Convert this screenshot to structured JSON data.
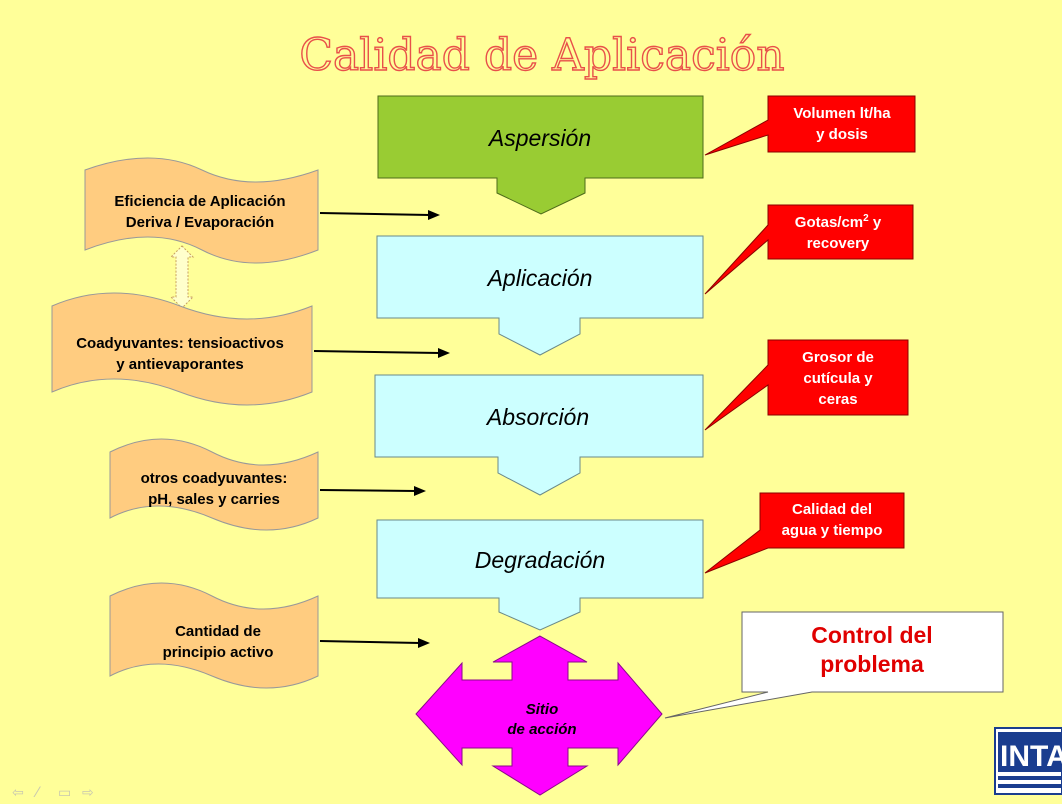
{
  "title": "Calidad de Aplicación",
  "stages": [
    "Aspersión",
    "Aplicación",
    "Absorción",
    "Degradación"
  ],
  "factors": [
    [
      "Eficiencia de Aplicación",
      "Deriva / Evaporación"
    ],
    [
      "Coadyuvantes: tensioactivos",
      "y antievaporantes"
    ],
    [
      "otros coadyuvantes:",
      "pH, sales y carries"
    ],
    [
      "Cantidad de",
      "principio activo"
    ]
  ],
  "callouts": {
    "c1": [
      "Volumen lt/ha",
      "y dosis"
    ],
    "c2_line1": "Gotas/cm",
    "c2_sup": "2",
    "c2_line1_end": " y",
    "c2_line2": "recovery",
    "c3": [
      "Grosor de",
      "cutícula y",
      "ceras"
    ],
    "c4": [
      "Calidad del",
      "agua y tiempo"
    ]
  },
  "control": [
    "Control del",
    "problema"
  ],
  "site": [
    "Sitio",
    "de acción"
  ],
  "logo": "INTA",
  "colors": {
    "background": "#ffff99",
    "green_stage": "#99cc33",
    "cyan_stage": "#ccffff",
    "factor_fill": "#ffcc80",
    "callout_red": "#ff0000",
    "site_magenta": "#ff00ff",
    "title_outline": "#e8504a"
  },
  "nav_icons": [
    "prev-arrow-icon",
    "pen-icon",
    "menu-icon",
    "next-arrow-icon"
  ]
}
